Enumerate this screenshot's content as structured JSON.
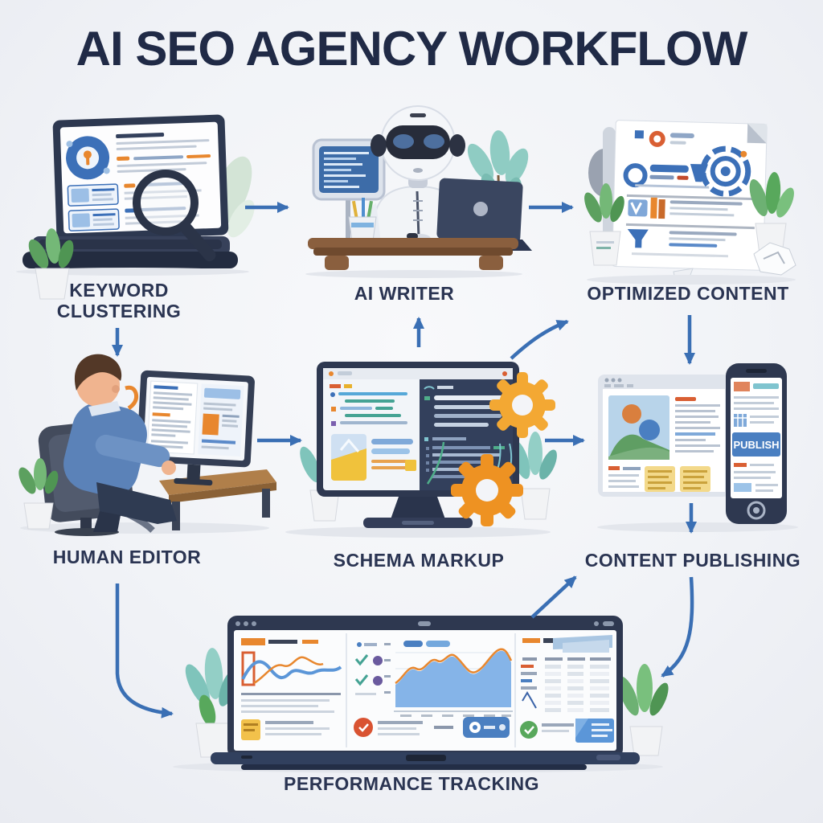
{
  "title": "AI SEO AGENCY WORKFLOW",
  "nodes": [
    {
      "id": "keyword-clustering",
      "label": "KEYWORD CLUSTERING"
    },
    {
      "id": "ai-writer",
      "label": "AI WRITER"
    },
    {
      "id": "optimized-content",
      "label": "OPTIMIZED CONTENT"
    },
    {
      "id": "human-editor",
      "label": "HUMAN EDITOR"
    },
    {
      "id": "schema-markup",
      "label": "SCHEMA MARKUP"
    },
    {
      "id": "content-publishing",
      "label": "CONTENT PUBLISHING",
      "phone_screen_text": "PUBLISH"
    },
    {
      "id": "performance-tracking",
      "label": "PERFORMANCE TRACKING"
    }
  ],
  "connections": [
    {
      "from": "keyword-clustering",
      "to": "ai-writer"
    },
    {
      "from": "ai-writer",
      "to": "optimized-content"
    },
    {
      "from": "keyword-clustering",
      "to": "human-editor"
    },
    {
      "from": "human-editor",
      "to": "schema-markup"
    },
    {
      "from": "schema-markup",
      "to": "ai-writer"
    },
    {
      "from": "schema-markup",
      "to": "optimized-content"
    },
    {
      "from": "schema-markup",
      "to": "content-publishing"
    },
    {
      "from": "optimized-content",
      "to": "content-publishing"
    },
    {
      "from": "content-publishing",
      "to": "performance-tracking"
    },
    {
      "from": "performance-tracking",
      "to": "content-publishing"
    },
    {
      "from": "human-editor",
      "to": "performance-tracking"
    }
  ],
  "colors": {
    "arrow": "#3a6fb4",
    "title_text": "#202a46",
    "label_text": "#2a3452",
    "accent_blue": "#3c70b8",
    "accent_orange": "#e8872e",
    "gear_orange": "#f09d2a",
    "device_navy": "#2e3850"
  }
}
